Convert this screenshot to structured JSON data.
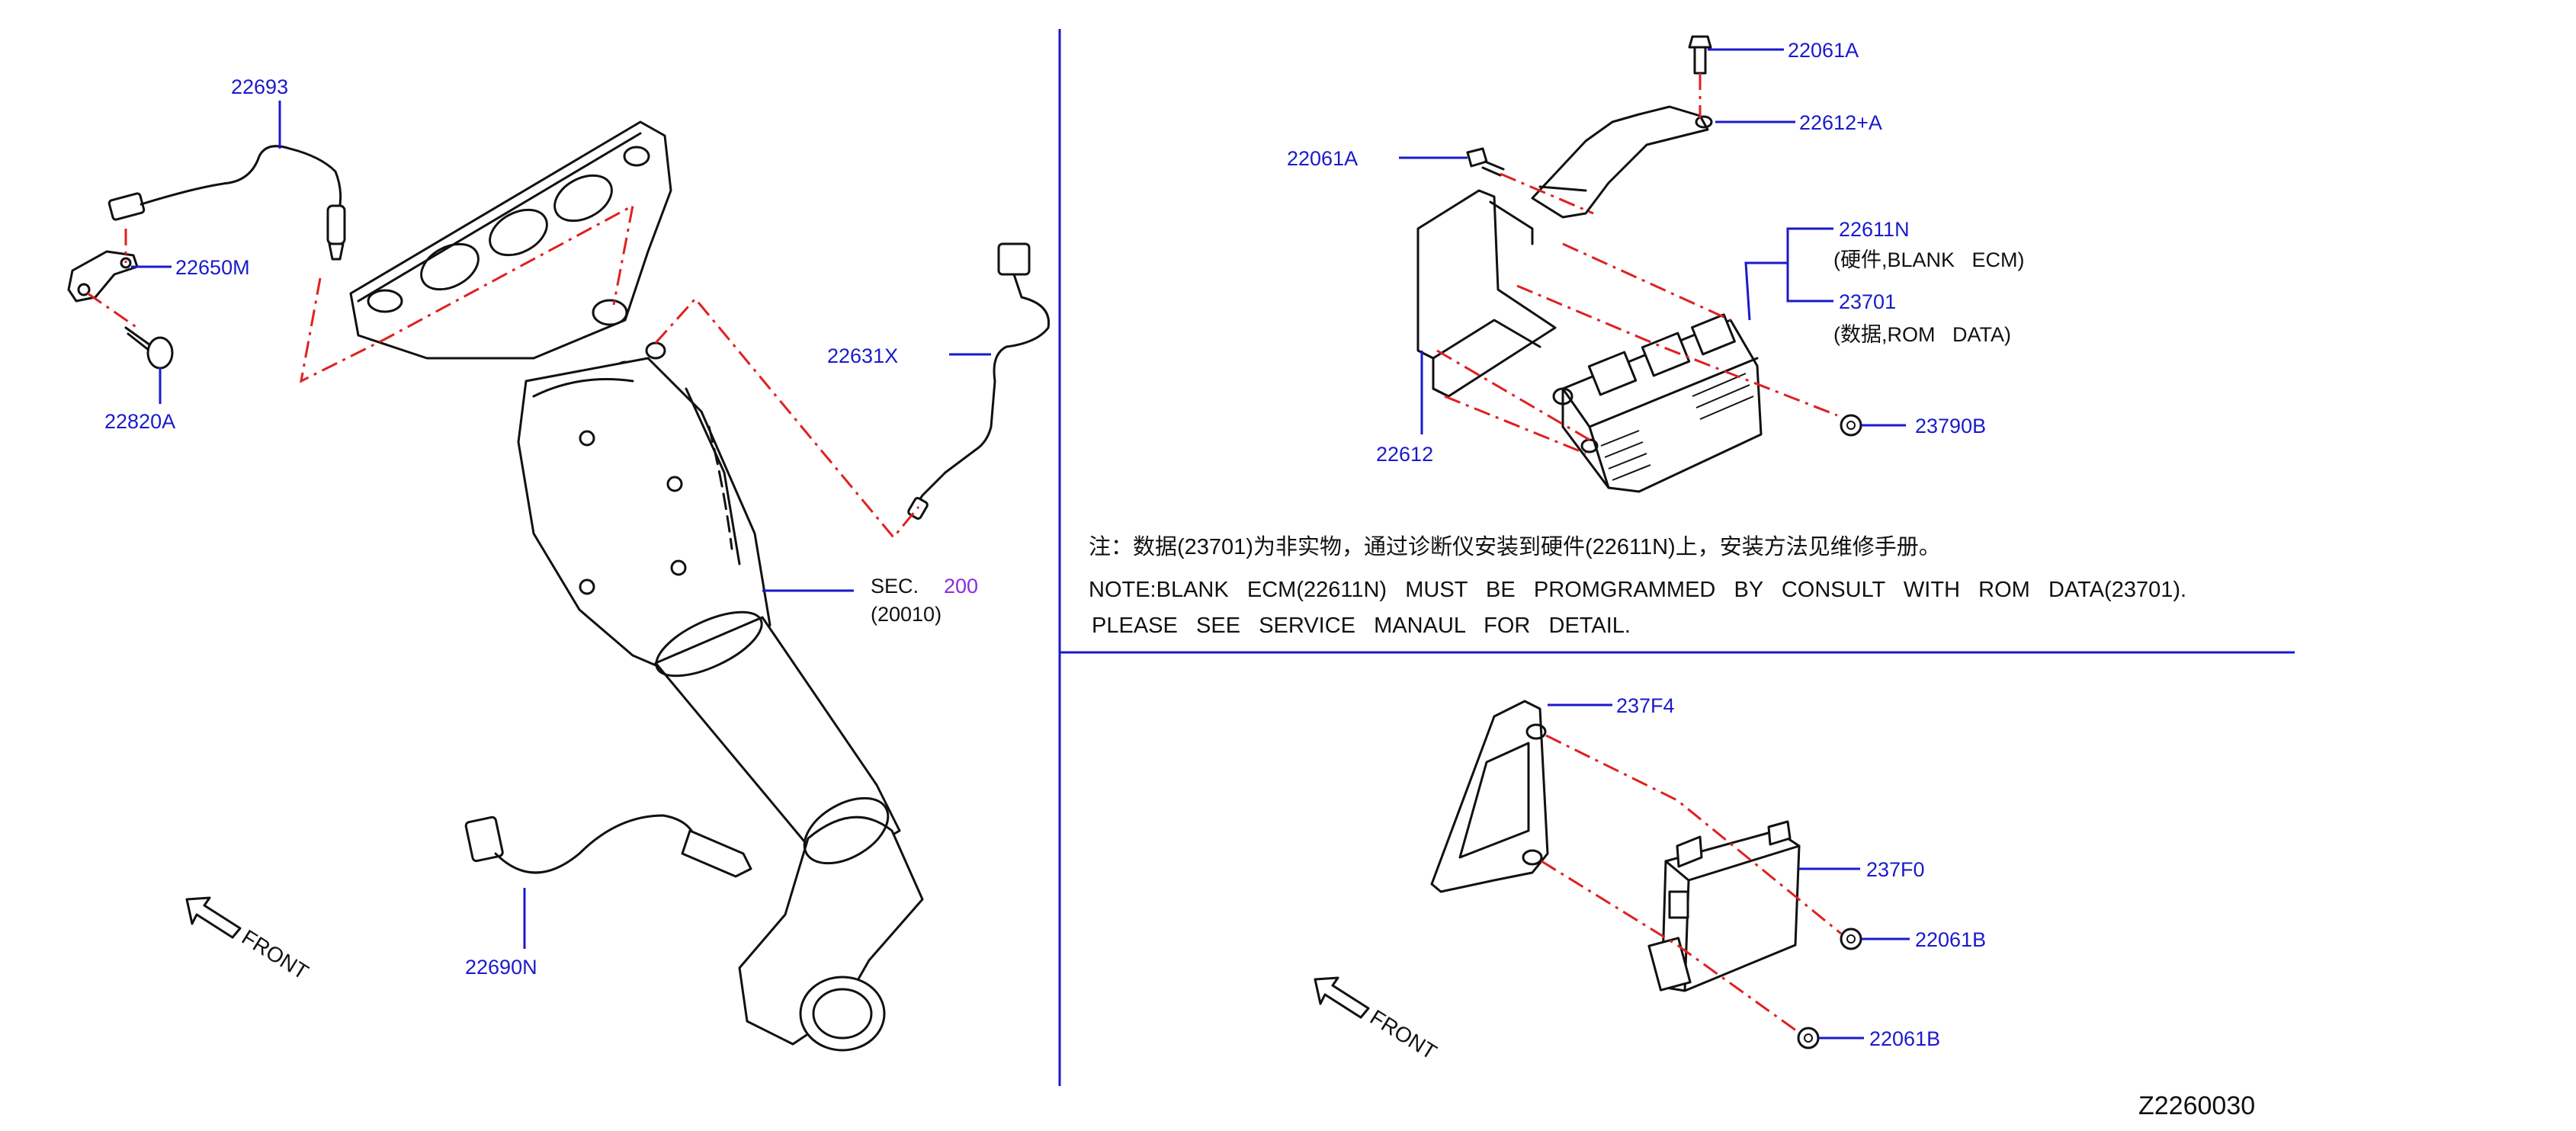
{
  "parts": {
    "p22693": "22693",
    "p22650M": "22650M",
    "p22820A": "22820A",
    "p22631X": "22631X",
    "p22690N": "22690N",
    "p22061A_top": "22061A",
    "p22612A": "22612+A",
    "p22061A_left": "22061A",
    "p22611N": "22611N",
    "p22611N_desc": "(硬件,BLANK   ECM)",
    "p23701": "23701",
    "p23701_desc": "(数据,ROM   DATA)",
    "p22612": "22612",
    "p23790B": "23790B",
    "p237F4": "237F4",
    "p237F0": "237F0",
    "p22061B_1": "22061B",
    "p22061B_2": "22061B"
  },
  "section_ref": {
    "label": "SEC.",
    "number": "200",
    "sub": "(20010)"
  },
  "notes": {
    "cn": "注：数据(23701)为非实物，通过诊断仪安装到硬件(22611N)上，安装方法见维修手册。",
    "en_line1": "NOTE:BLANK   ECM(22611N)   MUST   BE   PROMGRAMMED   BY   CONSULT   WITH   ROM   DATA(23701).",
    "en_line2": "PLEASE   SEE   SERVICE   MANAUL   FOR   DETAIL."
  },
  "front_labels": {
    "left": "FRONT",
    "right": "FRONT"
  },
  "diagram_id": "Z2260030",
  "colors": {
    "leader": "#1a1acc",
    "cut_line": "#e02020",
    "section_number": "#8a2be2",
    "drawing": "#111111"
  }
}
